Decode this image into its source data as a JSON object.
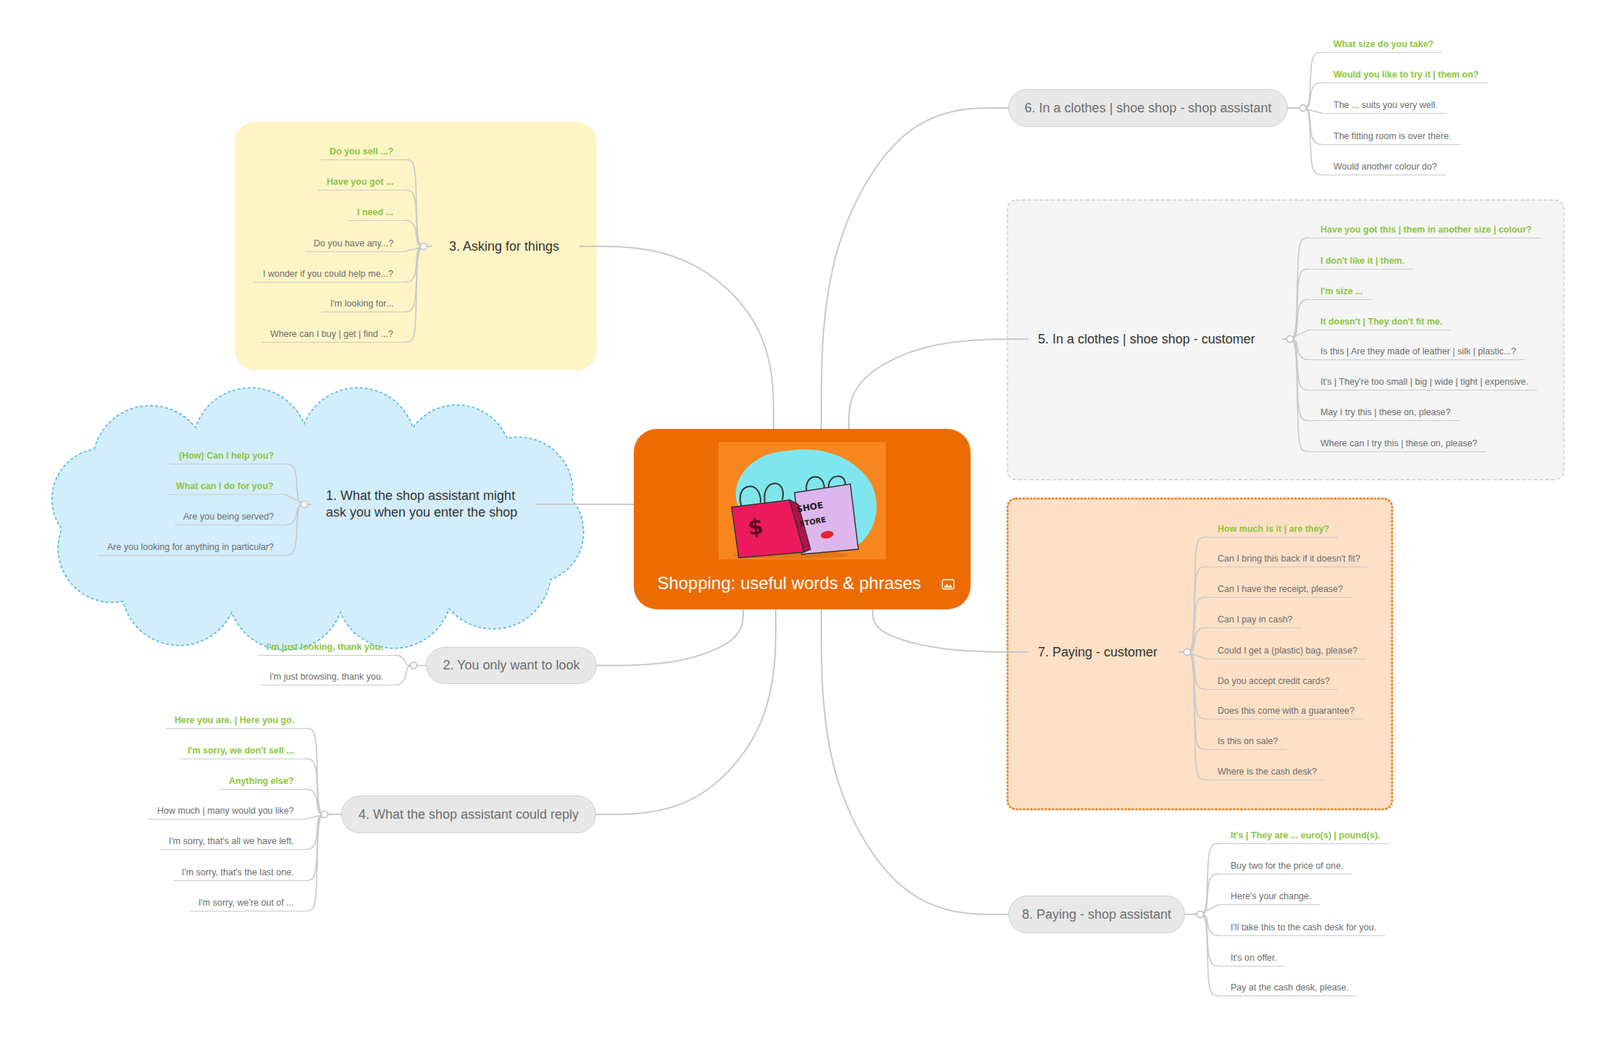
{
  "diagram": {
    "nodes": [
      {
        "text": [
          "Shopping: useful words & phrases"
        ]
      },
      {
        "text": [
          "1. What the shop assistant might ask you when you enter the shop"
        ]
      },
      {
        "text": [
          "(How) Can I help you?"
        ]
      },
      {
        "text": [
          "What can I do for you?"
        ]
      },
      {
        "text": [
          "Are you being served?"
        ]
      },
      {
        "text": [
          "Are you looking for anything in particular?"
        ]
      },
      {
        "text": [
          "2. You only want to look"
        ]
      },
      {
        "text": [
          "I'm just looking, thank you."
        ]
      },
      {
        "text": [
          "I'm just browsing, thank you."
        ]
      },
      {
        "text": [
          "3. Asking for things"
        ]
      },
      {
        "text": [
          "Do you sell ...?"
        ]
      },
      {
        "text": [
          "Have you got ..."
        ]
      },
      {
        "text": [
          "I need ..."
        ]
      },
      {
        "text": [
          "Do you have any...?"
        ]
      },
      {
        "text": [
          "I wonder if you could help me...?"
        ]
      },
      {
        "text": [
          "I'm looking for..."
        ]
      },
      {
        "text": [
          "Where can I buy | get | find ...?"
        ]
      },
      {
        "text": [
          "4. What the shop assistant could reply"
        ]
      },
      {
        "text": [
          "Here you are. | Here you go."
        ]
      },
      {
        "text": [
          "I'm sorry, we don't sell ..."
        ]
      },
      {
        "text": [
          "Anything else?"
        ]
      },
      {
        "text": [
          "How much | many would you like?"
        ]
      },
      {
        "text": [
          "I'm sorry, that's all we have left."
        ]
      },
      {
        "text": [
          "I'm sorry, that's the last one."
        ]
      },
      {
        "text": [
          "I'm sorry, we're out of ..."
        ]
      },
      {
        "text": [
          "5. In a clothes | shoe shop - customer"
        ]
      },
      {
        "text": [
          "Have you got this | them in another size | colour?"
        ]
      },
      {
        "text": [
          "I don't like it | them."
        ]
      },
      {
        "text": [
          "I'm size ..."
        ]
      },
      {
        "text": [
          "It doesn't | They don't fit me."
        ]
      },
      {
        "text": [
          "Is this | Are they made of leather | silk | plastic...?"
        ]
      },
      {
        "text": [
          "It's | They're too small | big | wide | tight | expensive."
        ]
      },
      {
        "text": [
          "May I try this | these on, please?"
        ]
      },
      {
        "text": [
          "Where can I try this | these on, please?"
        ]
      },
      {
        "text": [
          "6. In a clothes | shoe shop - shop assistant"
        ]
      },
      {
        "text": [
          "What size do you take?"
        ]
      },
      {
        "text": [
          "Would you like to try it | them on?"
        ]
      },
      {
        "text": [
          "The ... suits you very well."
        ]
      },
      {
        "text": [
          "The fitting room is over there."
        ]
      },
      {
        "text": [
          "Would another colour do?"
        ]
      },
      {
        "text": [
          "7. Paying - customer"
        ]
      },
      {
        "text": [
          "How much is it | are they?"
        ]
      },
      {
        "text": [
          "Can I bring this back if it doesn't fit?"
        ]
      },
      {
        "text": [
          "Can I have the receipt, please?"
        ]
      },
      {
        "text": [
          "Can I pay in cash?"
        ]
      },
      {
        "text": [
          "Could I get a (plastic) bag, please?"
        ]
      },
      {
        "text": [
          "Do you accept credit cards?"
        ]
      },
      {
        "text": [
          "Does this come with a guarantee?"
        ]
      },
      {
        "text": [
          "Is this on sale?"
        ]
      },
      {
        "text": [
          "Where is the cash desk?"
        ]
      },
      {
        "text": [
          "8. Paying - shop assistant"
        ]
      },
      {
        "text": [
          "It's | They are ... euro(s) | pound(s)."
        ]
      },
      {
        "text": [
          "Buy two for the price of one."
        ]
      },
      {
        "text": [
          "Here's your change."
        ]
      },
      {
        "text": [
          "I'll take this to the cash desk for you."
        ]
      },
      {
        "text": [
          "It's on offer."
        ]
      },
      {
        "text": [
          "Pay at the cash desk, please."
        ]
      }
    ],
    "edges": [
      {
        "from": 0,
        "to": 1,
        "arrow": "none"
      },
      {
        "from": 0,
        "to": 6,
        "arrow": "none"
      },
      {
        "from": 0,
        "to": 9,
        "arrow": "none"
      },
      {
        "from": 0,
        "to": 17,
        "arrow": "none"
      },
      {
        "from": 0,
        "to": 25,
        "arrow": "none"
      },
      {
        "from": 0,
        "to": 34,
        "arrow": "none"
      },
      {
        "from": 0,
        "to": 40,
        "arrow": "none"
      },
      {
        "from": 0,
        "to": 50,
        "arrow": "none"
      },
      {
        "from": 1,
        "to": 2,
        "arrow": "none"
      },
      {
        "from": 1,
        "to": 3,
        "arrow": "none"
      },
      {
        "from": 1,
        "to": 4,
        "arrow": "none"
      },
      {
        "from": 1,
        "to": 5,
        "arrow": "none"
      },
      {
        "from": 6,
        "to": 7,
        "arrow": "none"
      },
      {
        "from": 6,
        "to": 8,
        "arrow": "none"
      },
      {
        "from": 9,
        "to": 10,
        "arrow": "none"
      },
      {
        "from": 9,
        "to": 11,
        "arrow": "none"
      },
      {
        "from": 9,
        "to": 12,
        "arrow": "none"
      },
      {
        "from": 9,
        "to": 13,
        "arrow": "none"
      },
      {
        "from": 9,
        "to": 14,
        "arrow": "none"
      },
      {
        "from": 9,
        "to": 15,
        "arrow": "none"
      },
      {
        "from": 9,
        "to": 16,
        "arrow": "none"
      },
      {
        "from": 17,
        "to": 18,
        "arrow": "none"
      },
      {
        "from": 17,
        "to": 19,
        "arrow": "none"
      },
      {
        "from": 17,
        "to": 20,
        "arrow": "none"
      },
      {
        "from": 17,
        "to": 21,
        "arrow": "none"
      },
      {
        "from": 17,
        "to": 22,
        "arrow": "none"
      },
      {
        "from": 17,
        "to": 23,
        "arrow": "none"
      },
      {
        "from": 17,
        "to": 24,
        "arrow": "none"
      },
      {
        "from": 25,
        "to": 26,
        "arrow": "none"
      },
      {
        "from": 25,
        "to": 27,
        "arrow": "none"
      },
      {
        "from": 25,
        "to": 28,
        "arrow": "none"
      },
      {
        "from": 25,
        "to": 29,
        "arrow": "none"
      },
      {
        "from": 25,
        "to": 30,
        "arrow": "none"
      },
      {
        "from": 25,
        "to": 31,
        "arrow": "none"
      },
      {
        "from": 25,
        "to": 32,
        "arrow": "none"
      },
      {
        "from": 25,
        "to": 33,
        "arrow": "none"
      },
      {
        "from": 34,
        "to": 35,
        "arrow": "none"
      },
      {
        "from": 34,
        "to": 36,
        "arrow": "none"
      },
      {
        "from": 34,
        "to": 37,
        "arrow": "none"
      },
      {
        "from": 34,
        "to": 38,
        "arrow": "none"
      },
      {
        "from": 34,
        "to": 39,
        "arrow": "none"
      },
      {
        "from": 40,
        "to": 41,
        "arrow": "none"
      },
      {
        "from": 40,
        "to": 42,
        "arrow": "none"
      },
      {
        "from": 40,
        "to": 43,
        "arrow": "none"
      },
      {
        "from": 40,
        "to": 44,
        "arrow": "none"
      },
      {
        "from": 40,
        "to": 45,
        "arrow": "none"
      },
      {
        "from": 40,
        "to": 46,
        "arrow": "none"
      },
      {
        "from": 40,
        "to": 47,
        "arrow": "none"
      },
      {
        "from": 40,
        "to": 48,
        "arrow": "none"
      },
      {
        "from": 40,
        "to": 49,
        "arrow": "none"
      },
      {
        "from": 50,
        "to": 51,
        "arrow": "none"
      },
      {
        "from": 50,
        "to": 52,
        "arrow": "none"
      },
      {
        "from": 50,
        "to": 53,
        "arrow": "none"
      },
      {
        "from": 50,
        "to": 54,
        "arrow": "none"
      },
      {
        "from": 50,
        "to": 55,
        "arrow": "none"
      },
      {
        "from": 50,
        "to": 56,
        "arrow": "none"
      }
    ],
    "labels": [
      "$",
      "SHOE",
      "STORE"
    ]
  }
}
